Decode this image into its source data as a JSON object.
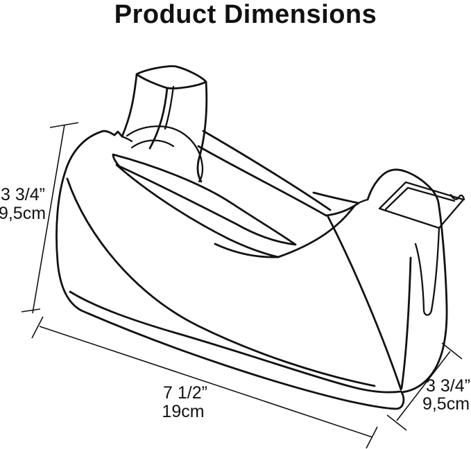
{
  "title": "Product Dimensions",
  "figure": {
    "name": "tape-dispenser-outline-drawing",
    "ink_color": "#111111",
    "background_color": "#ffffff"
  },
  "dimensions": {
    "height": {
      "inches": "3 3/4”",
      "metric": "9,5cm"
    },
    "length": {
      "inches": "7 1/2”",
      "metric": "19cm"
    },
    "depth": {
      "inches": "3 3/4”",
      "metric": "9,5cm"
    }
  }
}
